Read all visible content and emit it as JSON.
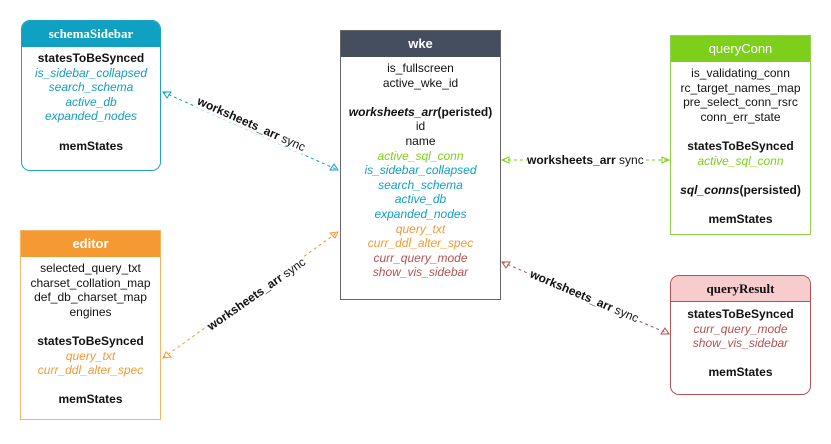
{
  "colors": {
    "schema": "#10a0c1",
    "wke": "#444e5f",
    "queryConn": "#7dcf1c",
    "editor": "#f59a33",
    "queryResult": "#b55151",
    "queryResultHeader": "#f7cccc"
  },
  "nodes": {
    "schemaSidebar": {
      "title": "schemaSidebar",
      "synced_label": "statesToBeSynced",
      "synced": [
        "is_sidebar_collapsed",
        "search_schema",
        "active_db",
        "expanded_nodes"
      ],
      "mem_label": "memStates"
    },
    "wke": {
      "title": "wke",
      "states": [
        "is_fullscreen",
        "active_wke_id"
      ],
      "arr_label": "worksheets_arr",
      "arr_suffix": "(peristed)",
      "fields": [
        "id",
        "name"
      ],
      "conn_fields": [
        "active_sql_conn"
      ],
      "schema_fields": [
        "is_sidebar_collapsed",
        "search_schema",
        "active_db",
        "expanded_nodes"
      ],
      "editor_fields": [
        "query_txt",
        "curr_ddl_alter_spec"
      ],
      "result_fields": [
        "curr_query_mode",
        "show_vis_sidebar"
      ]
    },
    "queryConn": {
      "title": "queryConn",
      "states": [
        "is_validating_conn",
        "rc_target_names_map",
        "pre_select_conn_rsrc",
        "conn_err_state"
      ],
      "synced_label": "statesToBeSynced",
      "synced": [
        "active_sql_conn"
      ],
      "persisted_label": "sql_conns",
      "persisted_suffix": "(persisted)",
      "mem_label": "memStates"
    },
    "editor": {
      "title": "editor",
      "states": [
        "selected_query_txt",
        "charset_collation_map",
        "def_db_charset_map",
        "engines"
      ],
      "synced_label": "statesToBeSynced",
      "synced": [
        "query_txt",
        "curr_ddl_alter_spec"
      ],
      "mem_label": "memStates"
    },
    "queryResult": {
      "title": "queryResult",
      "synced_label": "statesToBeSynced",
      "synced": [
        "curr_query_mode",
        "show_vis_sidebar"
      ],
      "mem_label": "memStates"
    }
  },
  "edges": [
    {
      "from": "schemaSidebar",
      "to": "wke",
      "label_bold": "worksheets_arr",
      "label_rest": " sync"
    },
    {
      "from": "editor",
      "to": "wke",
      "label_bold": "worksheets_arr",
      "label_rest": " sync"
    },
    {
      "from": "wke",
      "to": "queryConn",
      "label_bold": "worksheets_arr",
      "label_rest": " sync"
    },
    {
      "from": "wke",
      "to": "queryResult",
      "label_bold": "worksheets_arr",
      "label_rest": " sync"
    }
  ]
}
